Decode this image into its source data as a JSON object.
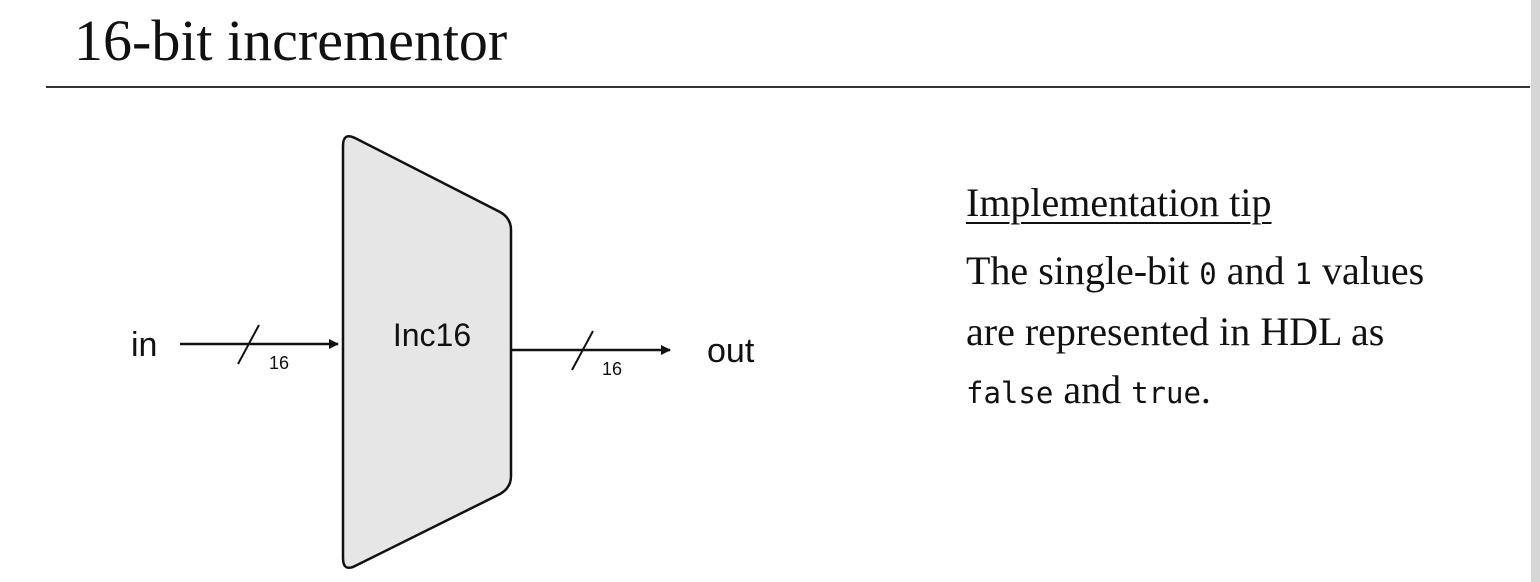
{
  "title": "16-bit incrementor",
  "diagram": {
    "chip_label": "Inc16",
    "input_label": "in",
    "output_label": "out",
    "input_width": "16",
    "output_width": "16",
    "chip_fill": "#e6e6e6"
  },
  "tip": {
    "heading": "Implementation tip",
    "line1_a": "The single-bit ",
    "zero": "0",
    "line1_b": " and ",
    "one": "1",
    "line1_c": " values",
    "line2": "are represented in HDL as",
    "false_kw": "false",
    "line3_and": " and ",
    "true_kw": "true",
    "line3_end": "."
  }
}
